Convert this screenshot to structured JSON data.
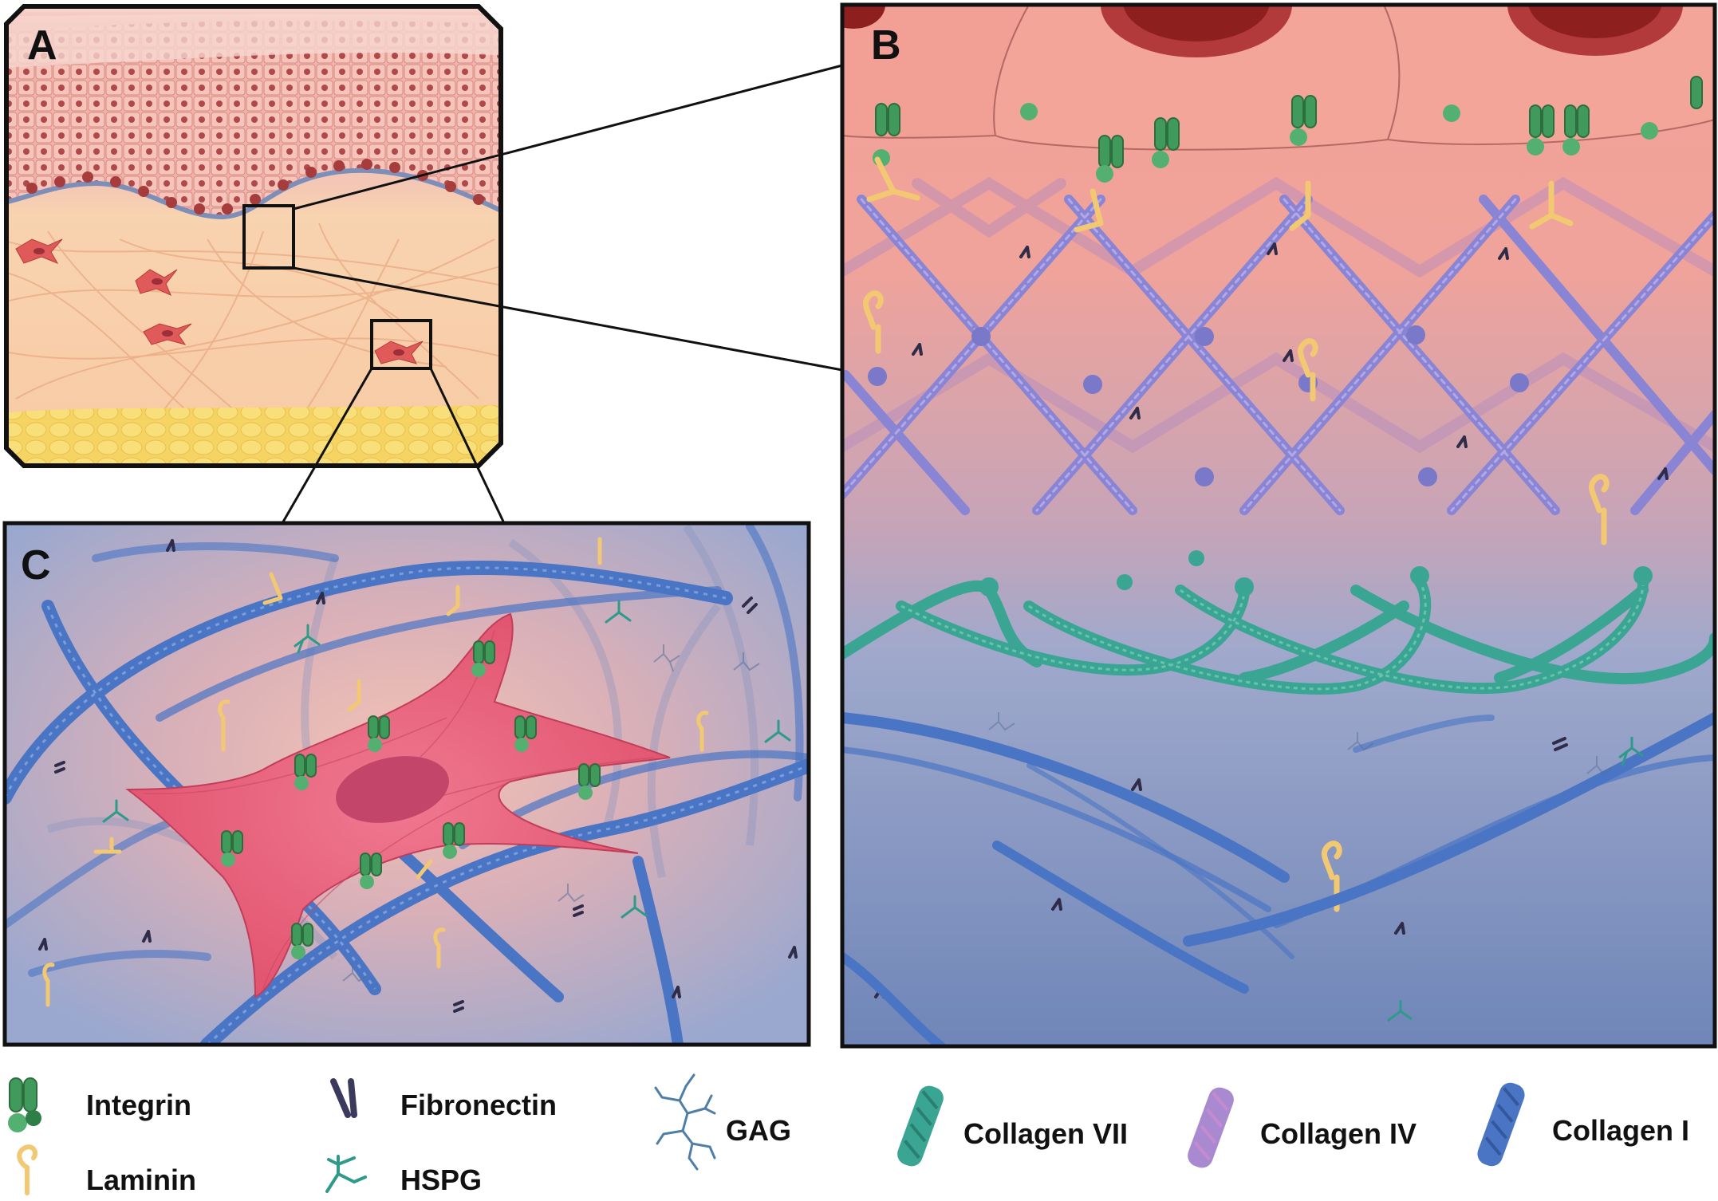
{
  "figure": {
    "panels": [
      {
        "id": "A",
        "letter": "A"
      },
      {
        "id": "B",
        "letter": "B"
      },
      {
        "id": "C",
        "letter": "C"
      }
    ],
    "legend": {
      "items": [
        {
          "key": "integrin",
          "label": "Integrin",
          "icon": "integrin-icon",
          "color": "#3f9a5b"
        },
        {
          "key": "laminin",
          "label": "Laminin",
          "icon": "laminin-icon",
          "color": "#f2c872"
        },
        {
          "key": "fibronectin",
          "label": "Fibronectin",
          "icon": "fibronectin-icon",
          "color": "#3c3a5c"
        },
        {
          "key": "hspg",
          "label": "HSPG",
          "icon": "hspg-icon",
          "color": "#2f9a8a"
        },
        {
          "key": "gag",
          "label": "GAG",
          "icon": "gag-icon",
          "color": "#4f7fa8"
        },
        {
          "key": "collagen-vii",
          "label": "Collagen VII",
          "icon": "collagen-vii-icon",
          "color": "#3aa592"
        },
        {
          "key": "collagen-iv",
          "label": "Collagen IV",
          "icon": "collagen-iv-icon",
          "color": "#a98ad0"
        },
        {
          "key": "collagen-i",
          "label": "Collagen I",
          "icon": "collagen-i-icon",
          "color": "#4a75c4"
        }
      ]
    }
  },
  "colors": {
    "cell_pink": "#e8607a",
    "nucleus": "#c4456a",
    "panel_b_top": "#f3a296",
    "panel_b_bottom": "#6f86b8",
    "panel_c_bg": "#9aa8cf",
    "collagen_i": "#4a75c4",
    "collagen_iv": "#8a84d4",
    "collagen_vii": "#3aa592",
    "adipose": "#f6d463"
  }
}
